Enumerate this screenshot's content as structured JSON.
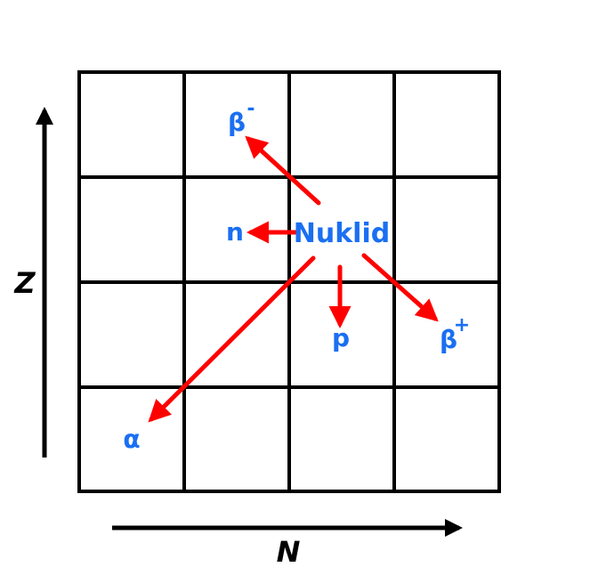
{
  "colors": {
    "grid": "#000000",
    "arrow": "#ff0000",
    "label": "#1a6ff2",
    "axis": "#000000"
  },
  "axes": {
    "vertical_label": "Z",
    "horizontal_label": "N"
  },
  "grid": {
    "rows": 4,
    "cols": 4
  },
  "center": {
    "label": "Nuklid"
  },
  "decays": {
    "beta_minus": {
      "base": "β",
      "sup": "-"
    },
    "neutron": {
      "base": "n"
    },
    "proton": {
      "base": "p"
    },
    "beta_plus": {
      "base": "β",
      "sup": "+"
    },
    "alpha": {
      "base": "α"
    }
  }
}
